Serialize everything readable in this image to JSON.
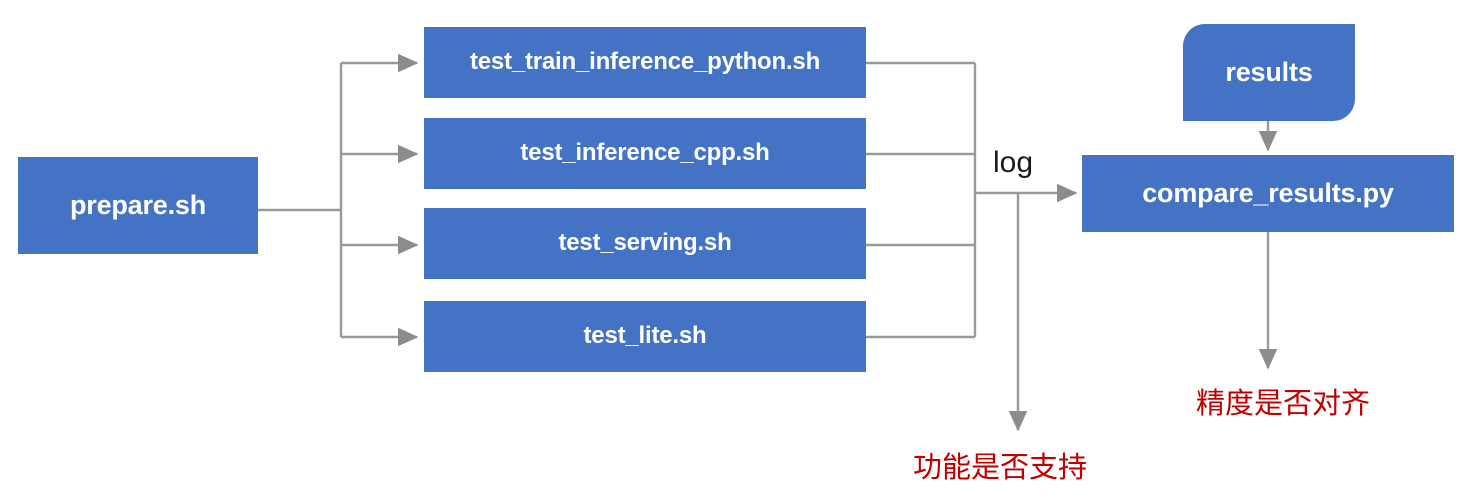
{
  "diagram": {
    "title": "PaddlePaddle TIPC test pipeline flowchart",
    "colors": {
      "node_fill": "#4472c4",
      "node_text": "#ffffff",
      "wire": "#9a9a9a",
      "note_text": "#c00000",
      "background": "#ffffff"
    },
    "nodes": {
      "prepare": {
        "label": "prepare.sh",
        "shape": "rect"
      },
      "train_inference_python": {
        "label": "test_train_inference_python.sh",
        "shape": "rect"
      },
      "inference_cpp": {
        "label": "test_inference_cpp.sh",
        "shape": "rect"
      },
      "serving": {
        "label": "test_serving.sh",
        "shape": "rect"
      },
      "lite": {
        "label": "test_lite.sh",
        "shape": "rect"
      },
      "results": {
        "label": "results",
        "shape": "rounded-diagonal"
      },
      "compare": {
        "label": "compare_results.py",
        "shape": "rect"
      }
    },
    "edge_labels": {
      "log": "log"
    },
    "notes": {
      "feature_supported": "功能是否支持",
      "precision_aligned": "精度是否对齐"
    }
  }
}
